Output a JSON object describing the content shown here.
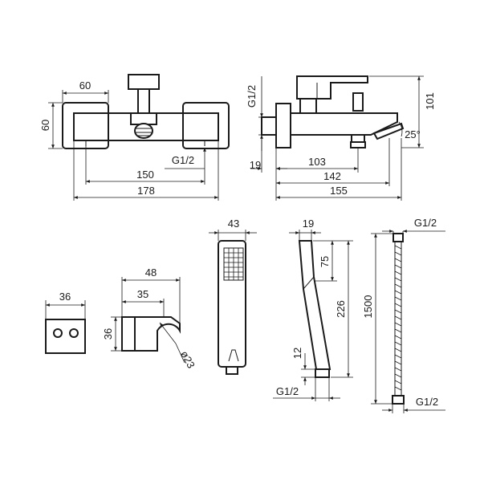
{
  "dimensions": {
    "mixer_front_width": "60",
    "mixer_front_height": "60",
    "mixer_inlet_thread": "G1/2",
    "mixer_centers": "150",
    "mixer_total_width": "178",
    "side_inlet_thread": "G1/2",
    "side_height": "101",
    "spout_angle": "25°",
    "side_wall_offset": "19",
    "side_length_1": "103",
    "side_length_2": "142",
    "side_length_3": "155",
    "plate_width": "36",
    "holder_width": "48",
    "holder_depth": "35",
    "holder_height": "36",
    "holder_bore": "ø23",
    "hand_shower_width": "43",
    "hand_shower_side_width": "19",
    "hand_shower_head": "75",
    "hand_shower_length": "226",
    "hand_shower_neck": "12",
    "hand_shower_thread": "G1/2",
    "hose_thread_top": "G1/2",
    "hose_length": "1500",
    "hose_thread_bottom": "G1/2"
  }
}
